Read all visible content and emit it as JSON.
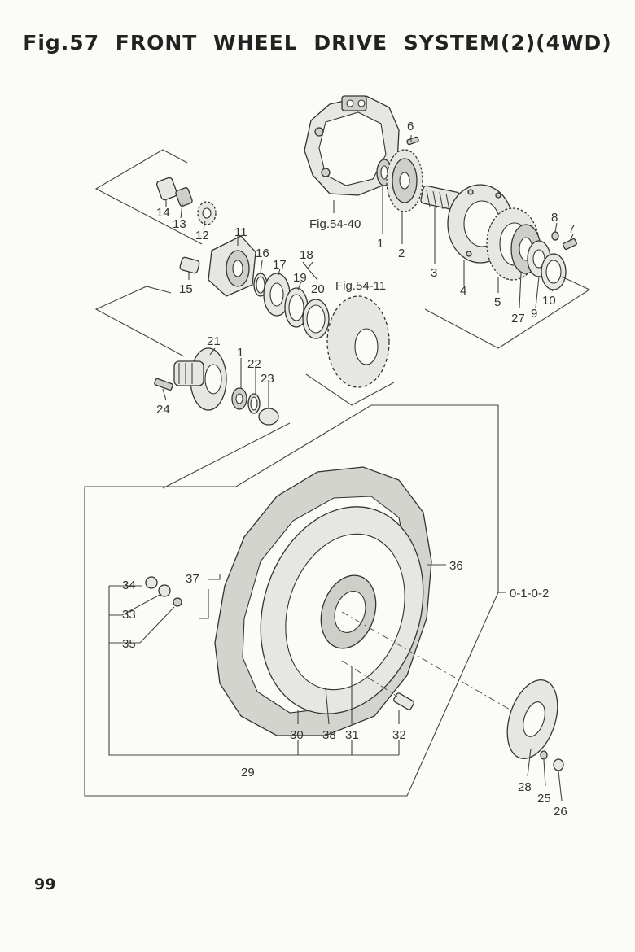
{
  "title": "Fig.57  FRONT WHEEL DRIVE SYSTEM(2)(4WD)",
  "page_number": "99",
  "labels": {
    "p1a": "1",
    "p1b": "1",
    "p2": "2",
    "p3": "3",
    "p4": "4",
    "p5": "5",
    "p6": "6",
    "p7": "7",
    "p8": "8",
    "p9": "9",
    "p10": "10",
    "p11": "11",
    "p12": "12",
    "p13": "13",
    "p14": "14",
    "p15": "15",
    "p16": "16",
    "p17": "17",
    "p18": "18",
    "p19": "19",
    "p20": "20",
    "p21": "21",
    "p22": "22",
    "p23": "23",
    "p24": "24",
    "p25": "25",
    "p26": "26",
    "p27": "27",
    "p28": "28",
    "p29": "29",
    "p30": "30",
    "p31": "31",
    "p32": "32",
    "p33": "33",
    "p34": "34",
    "p35": "35",
    "p36": "36",
    "p37": "37",
    "p38": "38",
    "ref_fig54_40": "Fig.54-40",
    "ref_fig54_11": "Fig.54-11",
    "assembly_code": "0-1-0-2"
  }
}
